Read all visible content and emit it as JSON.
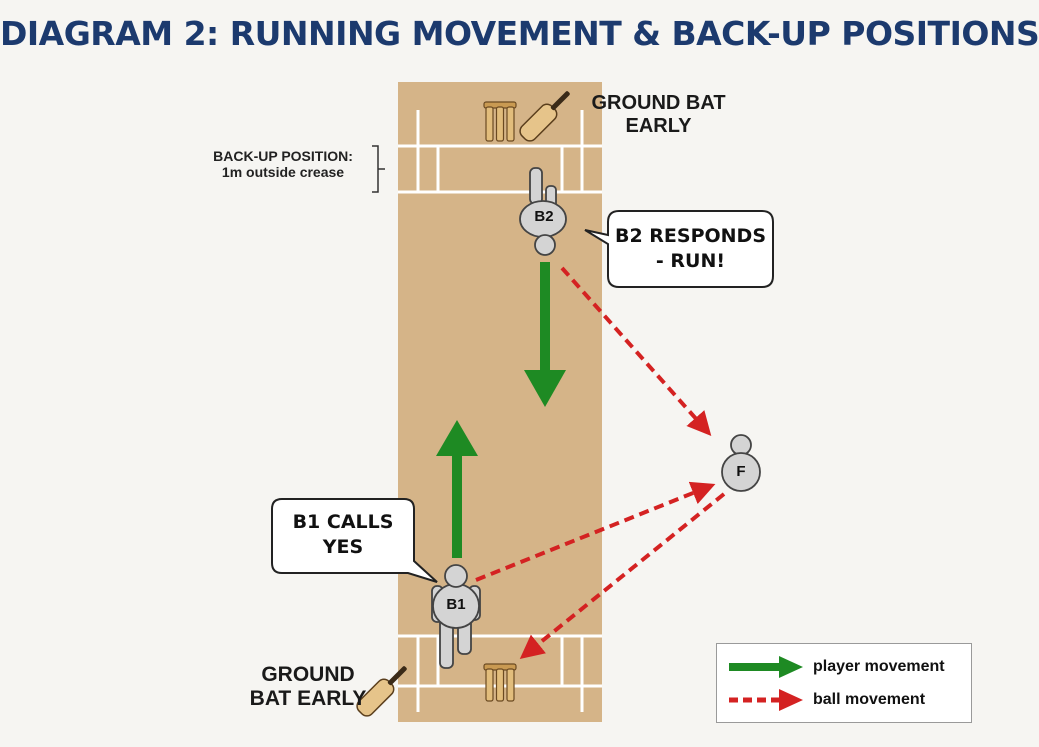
{
  "title": "DIAGRAM 2: RUNNING MOVEMENT & BACK-UP POSITIONS",
  "annotations": {
    "top_ground_bat": [
      "GROUND BAT",
      "EARLY"
    ],
    "bottom_ground_bat": [
      "GROUND",
      "BAT EARLY"
    ],
    "backup_position": [
      "BACK-UP POSITION:",
      "1m outside crease"
    ]
  },
  "callouts": {
    "b2_responds": [
      "B2 RESPONDS",
      "- RUN!"
    ],
    "b1_calls": [
      "B1 CALLS",
      "YES"
    ]
  },
  "players": {
    "b1": "B1",
    "b2": "B2",
    "fielder": "F"
  },
  "legend": {
    "player_movement": "player movement",
    "ball_movement": "ball movement"
  },
  "colors": {
    "title": "#1c3a6e",
    "pitch": "#d5b488",
    "player_arrow": "#1e8a23",
    "ball_arrow": "#d42222",
    "player_fill": "#d4d4d4"
  }
}
